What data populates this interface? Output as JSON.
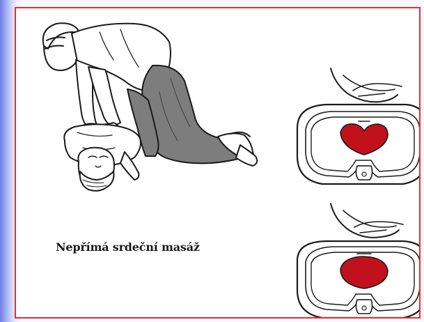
{
  "caption": "Nepřímá srdeční masáž",
  "colors": {
    "frame_border": "#e0302f",
    "heart": "#c0111d",
    "ink": "#1a1a1a",
    "trousers": "#7d7d7d"
  },
  "figures": [
    {
      "name": "rescuer-kneeling-compressing-chest"
    },
    {
      "name": "chest-cross-section-before-compression"
    },
    {
      "name": "chest-cross-section-during-compression"
    }
  ]
}
